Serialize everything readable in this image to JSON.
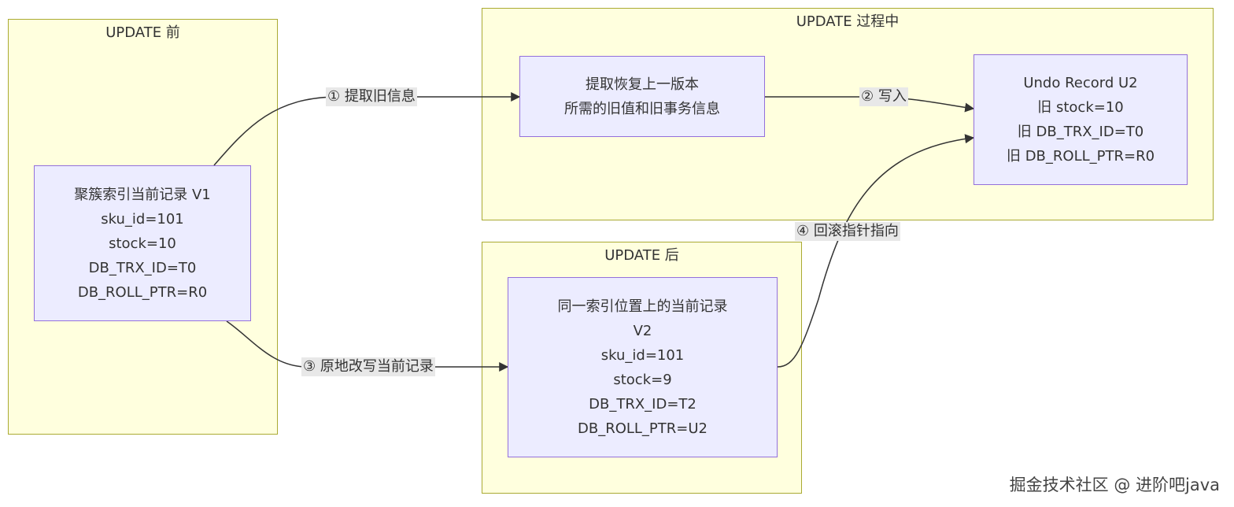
{
  "subgraphs": {
    "before": {
      "title": "UPDATE 前"
    },
    "during": {
      "title": "UPDATE 过程中"
    },
    "after": {
      "title": "UPDATE 后"
    }
  },
  "nodes": {
    "clustered_record": {
      "lines": [
        "聚簇索引当前记录 V1",
        "sku_id=101",
        "stock=10",
        "DB_TRX_ID=T0",
        "DB_ROLL_PTR=R0"
      ]
    },
    "extract_values": {
      "lines": [
        "提取恢复上一版本",
        "所需的旧值和旧事务信息"
      ]
    },
    "undo_record": {
      "lines": [
        "Undo Record U2",
        "旧 stock=10",
        "旧 DB_TRX_ID=T0",
        "旧 DB_ROLL_PTR=R0"
      ]
    },
    "new_record": {
      "lines": [
        "同一索引位置上的当前记录",
        "V2",
        "sku_id=101",
        "stock=9",
        "DB_TRX_ID=T2",
        "DB_ROLL_PTR=U2"
      ]
    }
  },
  "edges": {
    "e1": {
      "label": "① 提取旧信息"
    },
    "e2": {
      "label": "② 写入"
    },
    "e3": {
      "label": "③ 原地改写当前记录"
    },
    "e4": {
      "label": "④ 回滚指针指向"
    }
  },
  "colors": {
    "subgraph_fill": "#ffffde",
    "subgraph_border": "#aaaa33",
    "node_fill": "#ececff",
    "node_border": "#9370db",
    "edge": "#333333",
    "edge_label_bg": "#e8e8e8"
  },
  "watermark": "掘金技术社区 @ 进阶吧java"
}
